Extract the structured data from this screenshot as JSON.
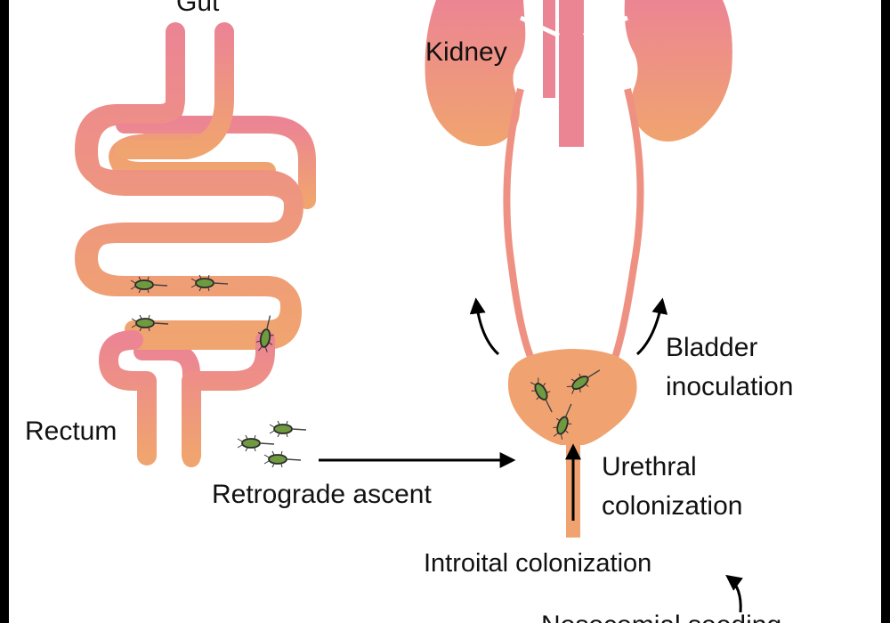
{
  "labels": {
    "gut": "Gut",
    "kidney": "Kidney",
    "rectum": "Rectum",
    "bladder_line1": "Bladder",
    "bladder_line2": "inoculation",
    "urethral_line1": "Urethral",
    "urethral_line2": "colonization",
    "retrograde": "Retrograde ascent",
    "introital": "Introital colonization",
    "nosocomial": "Nosocomial seeding"
  },
  "colors": {
    "background_panel": "#ffffff",
    "border": "#000000",
    "organ_top": "#ec8593",
    "organ_bottom": "#f0a06e",
    "bacteria_body": "#6f9a3f",
    "bacteria_outline": "#2b2b2b",
    "arrow": "#000000"
  }
}
